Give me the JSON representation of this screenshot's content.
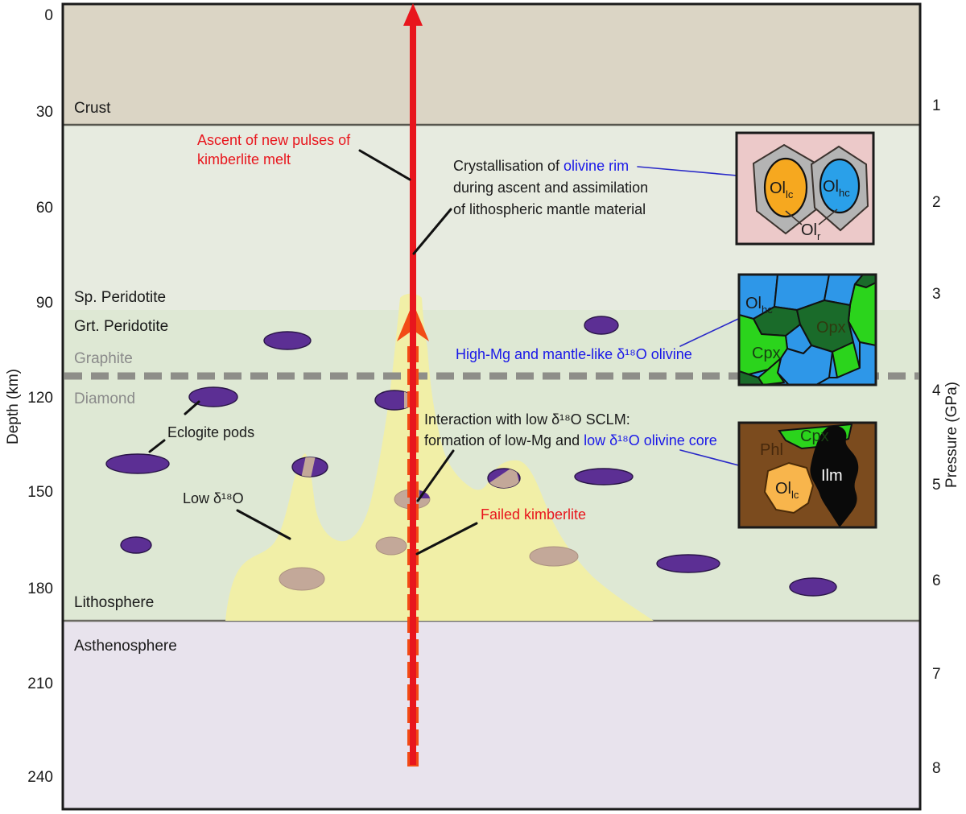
{
  "colors": {
    "c-crust": "#dbd5c5",
    "c-upper-mantle": "#e7ebe0",
    "c-lower-mantle": "#dee8d4",
    "c-asthenosphere": "#e8e3ed",
    "c-boundary": "#57564e",
    "c-boundary2": "#6b6b62",
    "c-frame": "#1a1a1a",
    "c-dash-gray": "#8e8e89",
    "c-red": "#e8161d",
    "c-orange": "#f24b15",
    "c-yellow": "#f1efa7",
    "c-purple": "#5c2f94",
    "c-purple-edge": "#2a1548",
    "c-tan": "#c3a899",
    "c-tan-edge": "#ab9180",
    "c-blue-text": "#1a18e8",
    "c-black-text": "#1a1a1a",
    "c-gray-text": "#8a8a8a",
    "c-leader-black": "#111111",
    "c-leader-blue": "#2a2ac8",
    "c-pink": "#ecc9c9",
    "c-rim-gray": "#b4b4b4",
    "c-rim-edge": "#3b332e",
    "c-ol-orange": "#f6a81f",
    "c-ol-blue": "#2aa0e9",
    "c-grain-blue": "#2e97e8",
    "c-grain-green": "#2bd41c",
    "c-grain-dkgreen": "#1a6b2a",
    "c-brown": "#7b4b1e",
    "c-phl-text": "#46280c",
    "c-opx-text": "#2f3b10",
    "c-cpx-text": "#174012",
    "c-ilm-black": "#0a0a0a",
    "c-ol3-orange": "#f8b54c",
    "c-ol3-edge": "#4a2a08"
  },
  "axes": {
    "depth_label": "Depth (km)",
    "pressure_label": "Pressure (GPa)",
    "depth_ticks": [
      "0",
      "30",
      "60",
      "90",
      "120",
      "150",
      "180",
      "210",
      "240"
    ],
    "pressure_ticks": [
      "1",
      "2",
      "3",
      "4",
      "5",
      "6",
      "7",
      "8"
    ]
  },
  "layers": {
    "crust": "Crust",
    "sp_peridotite": "Sp. Peridotite",
    "grt_peridotite": "Grt. Peridotite",
    "graphite": "Graphite",
    "diamond": "Diamond",
    "lithosphere": "Lithosphere",
    "asthenosphere": "Asthenosphere"
  },
  "annotations": {
    "ascent_line1": "Ascent of new pulses of",
    "ascent_line2": "kimberlite melt",
    "cryst_black": "Crystallisation of",
    "cryst_blue": "olivine rim",
    "cryst_line2": "during ascent and assimilation",
    "cryst_line3": "of lithospheric mantle material",
    "high_mg": "High-Mg and mantle-like δ¹⁸O olivine",
    "interaction_line1": "Interaction with low δ¹⁸O SCLM:",
    "interaction_black": "formation of low-Mg and",
    "interaction_blue": "low δ¹⁸O olivine core",
    "failed_kimberlite": "Failed kimberlite",
    "eclogite_pods": "Eclogite pods",
    "low_d18o": "Low δ¹⁸O"
  },
  "insets": {
    "olivine_rim": {
      "ol": "Ol",
      "sub_lc": "lc",
      "sub_hc": "hc",
      "sub_r": "r"
    },
    "peridotite": {
      "ol": "Ol",
      "sub_hc": "hc",
      "opx": "Opx",
      "cpx": "Cpx"
    },
    "metasome": {
      "phl": "Phl",
      "cpx": "Cpx",
      "ilm": "Ilm",
      "ol": "Ol",
      "sub_lc": "lc"
    }
  }
}
